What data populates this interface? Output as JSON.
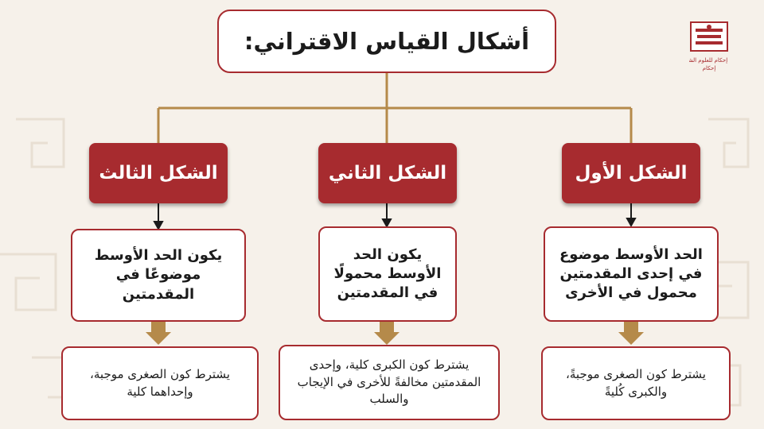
{
  "title": "أشكال القياس الاقتراني:",
  "colors": {
    "accent": "#a72b2f",
    "connector": "#b58a4a",
    "background": "#f6f1ea"
  },
  "logo": {
    "name": "إحكام",
    "subtitle": "مركز إحكام للعلوم الشرعية"
  },
  "shapes": [
    {
      "heading": "الشكل الأول",
      "definition": "الحد الأوسط موضوع في إحدى المقدمتين محمول في الأخرى",
      "condition": "يشترط كون الصغرى موجبةً، والكبرى كُليةً"
    },
    {
      "heading": "الشكل الثاني",
      "definition": "يكون الحد الأوسط محمولًا في المقدمتين",
      "condition": "يشترط كون الكبرى كلية، وإحدى المقدمتين مخالفةً للأخرى في الإيجاب والسلب"
    },
    {
      "heading": "الشكل الثالث",
      "definition": "يكون الحد الأوسط موضوعًا في المقدمتين",
      "condition": "يشترط كون الصغرى موجبة، وإحداهما كلية"
    }
  ]
}
